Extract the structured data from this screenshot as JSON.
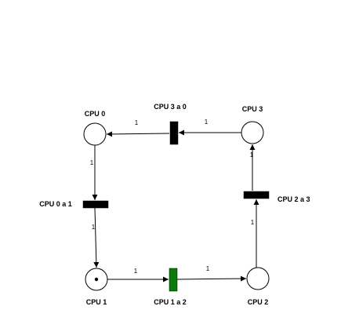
{
  "colors": {
    "background": "#ffffff",
    "stroke": "#000000",
    "place_fill": "#ffffff",
    "transition_default": "#000000",
    "transition_enabled": "#0a7a0a"
  },
  "places": [
    {
      "id": "cpu0",
      "label": "CPU 0",
      "tokens": 0
    },
    {
      "id": "cpu1",
      "label": "CPU 1",
      "tokens": 1
    },
    {
      "id": "cpu2",
      "label": "CPU 2",
      "tokens": 0
    },
    {
      "id": "cpu3",
      "label": "CPU 3",
      "tokens": 0
    }
  ],
  "transitions": [
    {
      "id": "t01",
      "label": "CPU 0 a 1",
      "enabled": false
    },
    {
      "id": "t12",
      "label": "CPU 1 a 2",
      "enabled": true
    },
    {
      "id": "t23",
      "label": "CPU 2 a 3",
      "enabled": false
    },
    {
      "id": "t30",
      "label": "CPU 3 a 0",
      "enabled": false
    }
  ],
  "arcs": [
    {
      "id": "a-cpu0-t01",
      "from": "cpu0",
      "to": "t01",
      "weight": "1"
    },
    {
      "id": "a-t01-cpu1",
      "from": "t01",
      "to": "cpu1",
      "weight": "1"
    },
    {
      "id": "a-cpu1-t12",
      "from": "cpu1",
      "to": "t12",
      "weight": "1"
    },
    {
      "id": "a-t12-cpu2",
      "from": "t12",
      "to": "cpu2",
      "weight": "1"
    },
    {
      "id": "a-cpu2-t23",
      "from": "cpu2",
      "to": "t23",
      "weight": "1"
    },
    {
      "id": "a-t23-cpu3",
      "from": "t23",
      "to": "cpu3",
      "weight": "1"
    },
    {
      "id": "a-cpu3-t30",
      "from": "cpu3",
      "to": "t30",
      "weight": "1"
    },
    {
      "id": "a-t30-cpu0",
      "from": "t30",
      "to": "cpu0",
      "weight": "1"
    }
  ]
}
